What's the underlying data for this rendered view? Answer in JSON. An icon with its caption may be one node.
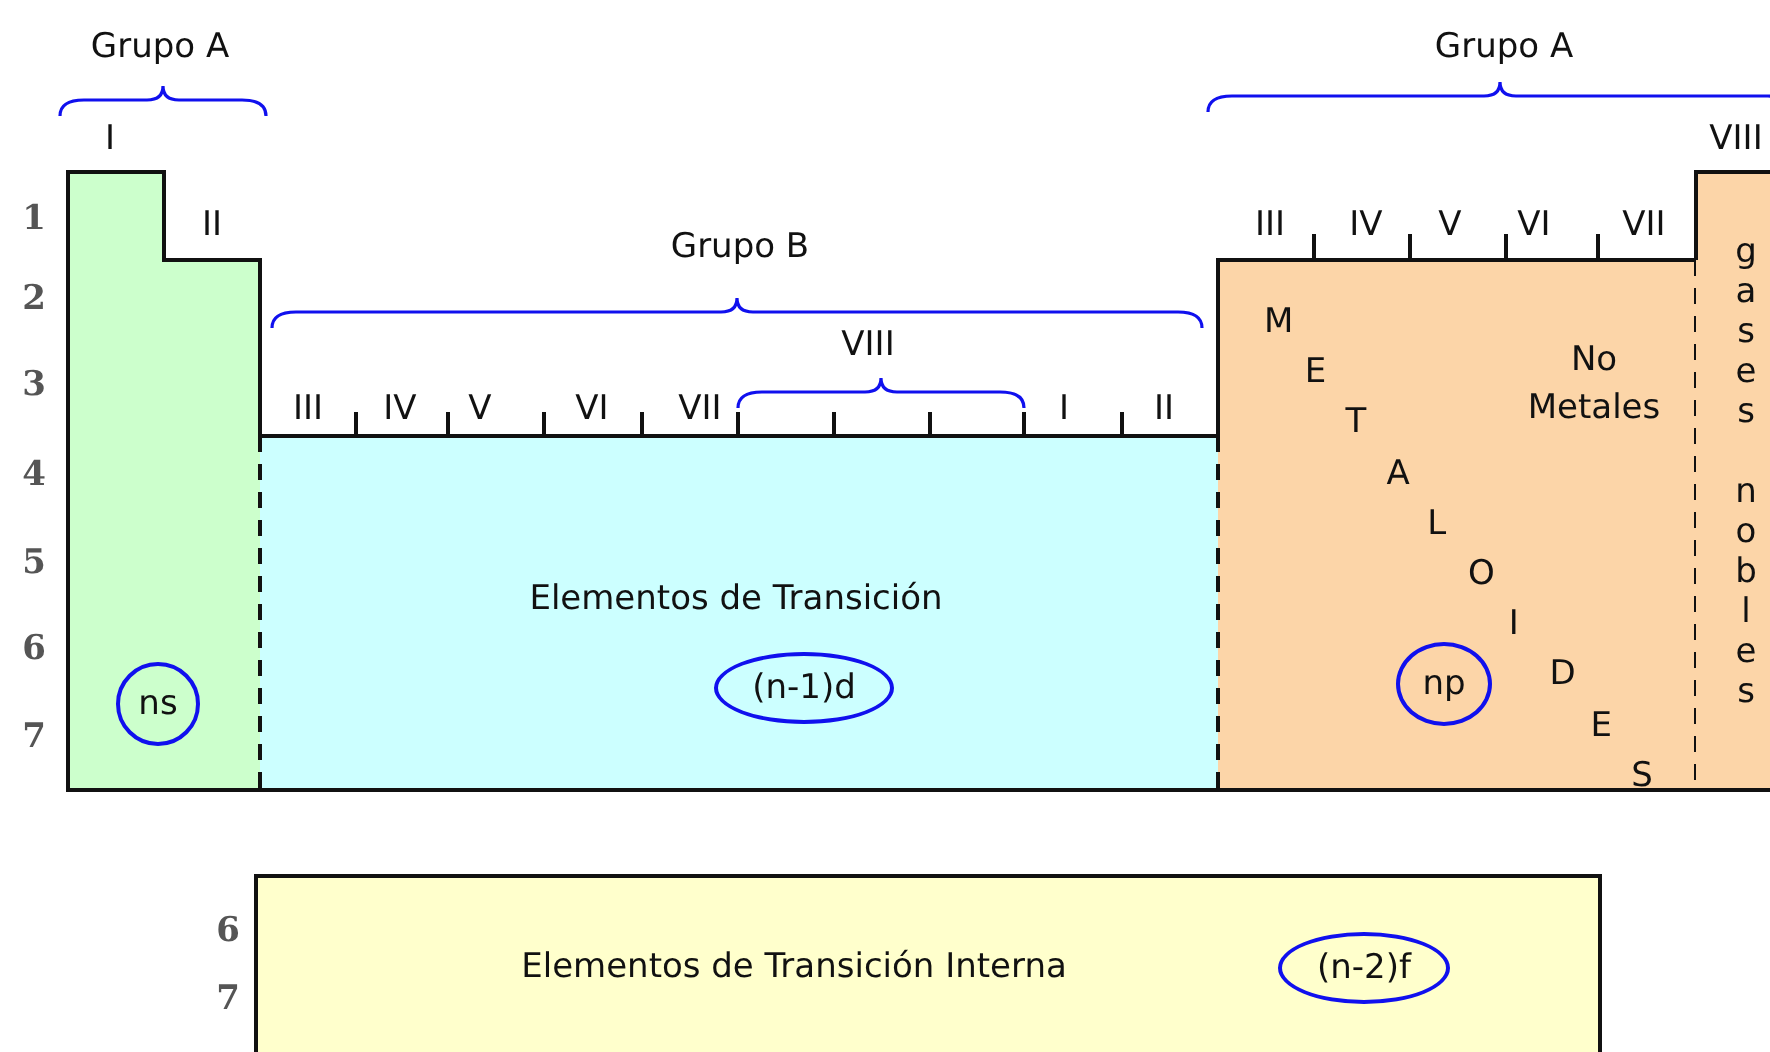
{
  "diagram": {
    "nodes": [
      {
        "text": [],
        "shape": "box"
      },
      {
        "text": [
          "ns"
        ],
        "in": 0
      },
      {
        "text": [
          "Elementos de Transición"
        ]
      },
      {
        "text": [
          "(n-1)d"
        ],
        "in": 2
      },
      {
        "text": [
          "METALOIDES",
          "No Metales"
        ]
      },
      {
        "text": [
          "np"
        ],
        "in": 4
      },
      {
        "text": [
          "gases nobles"
        ]
      },
      {
        "text": [
          "Elementos de Transición Interna"
        ]
      },
      {
        "text": [
          "(n-2)f"
        ],
        "in": 7
      }
    ],
    "labels": [
      "Grupo A",
      "Grupo A",
      "I",
      "VIII",
      "1",
      "II",
      "III",
      "IV",
      "V",
      "VI",
      "VII",
      "Grupo B",
      "2",
      "VIII",
      "3",
      "III",
      "IV",
      "V",
      "VI",
      "VII",
      "I",
      "II",
      "4",
      "5",
      "6",
      "7",
      "6",
      "7"
    ]
  }
}
